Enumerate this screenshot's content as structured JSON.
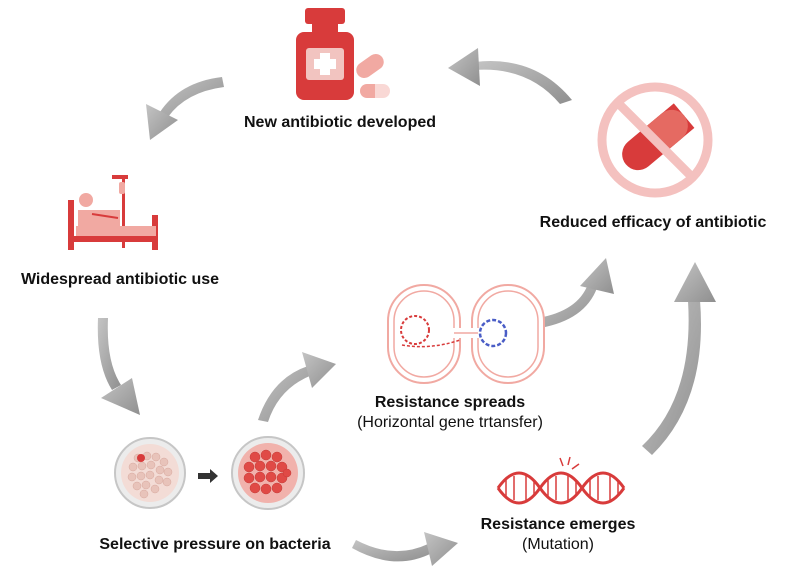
{
  "colors": {
    "red": "#d83b3b",
    "red_light": "#f1a9a2",
    "pink": "#f2c4c0",
    "arrow": "#a8a8a8",
    "blue": "#4a5dc6"
  },
  "nodes": {
    "new_antibiotic": {
      "title": "New antibiotic developed",
      "icon": "medicine-bottle-and-pills-icon"
    },
    "reduced_efficacy": {
      "title": "Reduced efficacy of antibiotic",
      "icon": "no-pill-icon"
    },
    "widespread_use": {
      "title": "Widespread antibiotic use",
      "icon": "hospital-bed-patient-icon"
    },
    "resistance_spreads": {
      "title": "Resistance spreads",
      "subtitle": "(Horizontal gene trtansfer)",
      "icon": "bacteria-conjugation-icon"
    },
    "resistance_emerges": {
      "title": "Resistance emerges",
      "subtitle": "(Mutation)",
      "icon": "dna-helix-icon"
    },
    "selective_pressure": {
      "title": "Selective pressure on bacteria",
      "icon": "petri-dishes-icon"
    }
  }
}
